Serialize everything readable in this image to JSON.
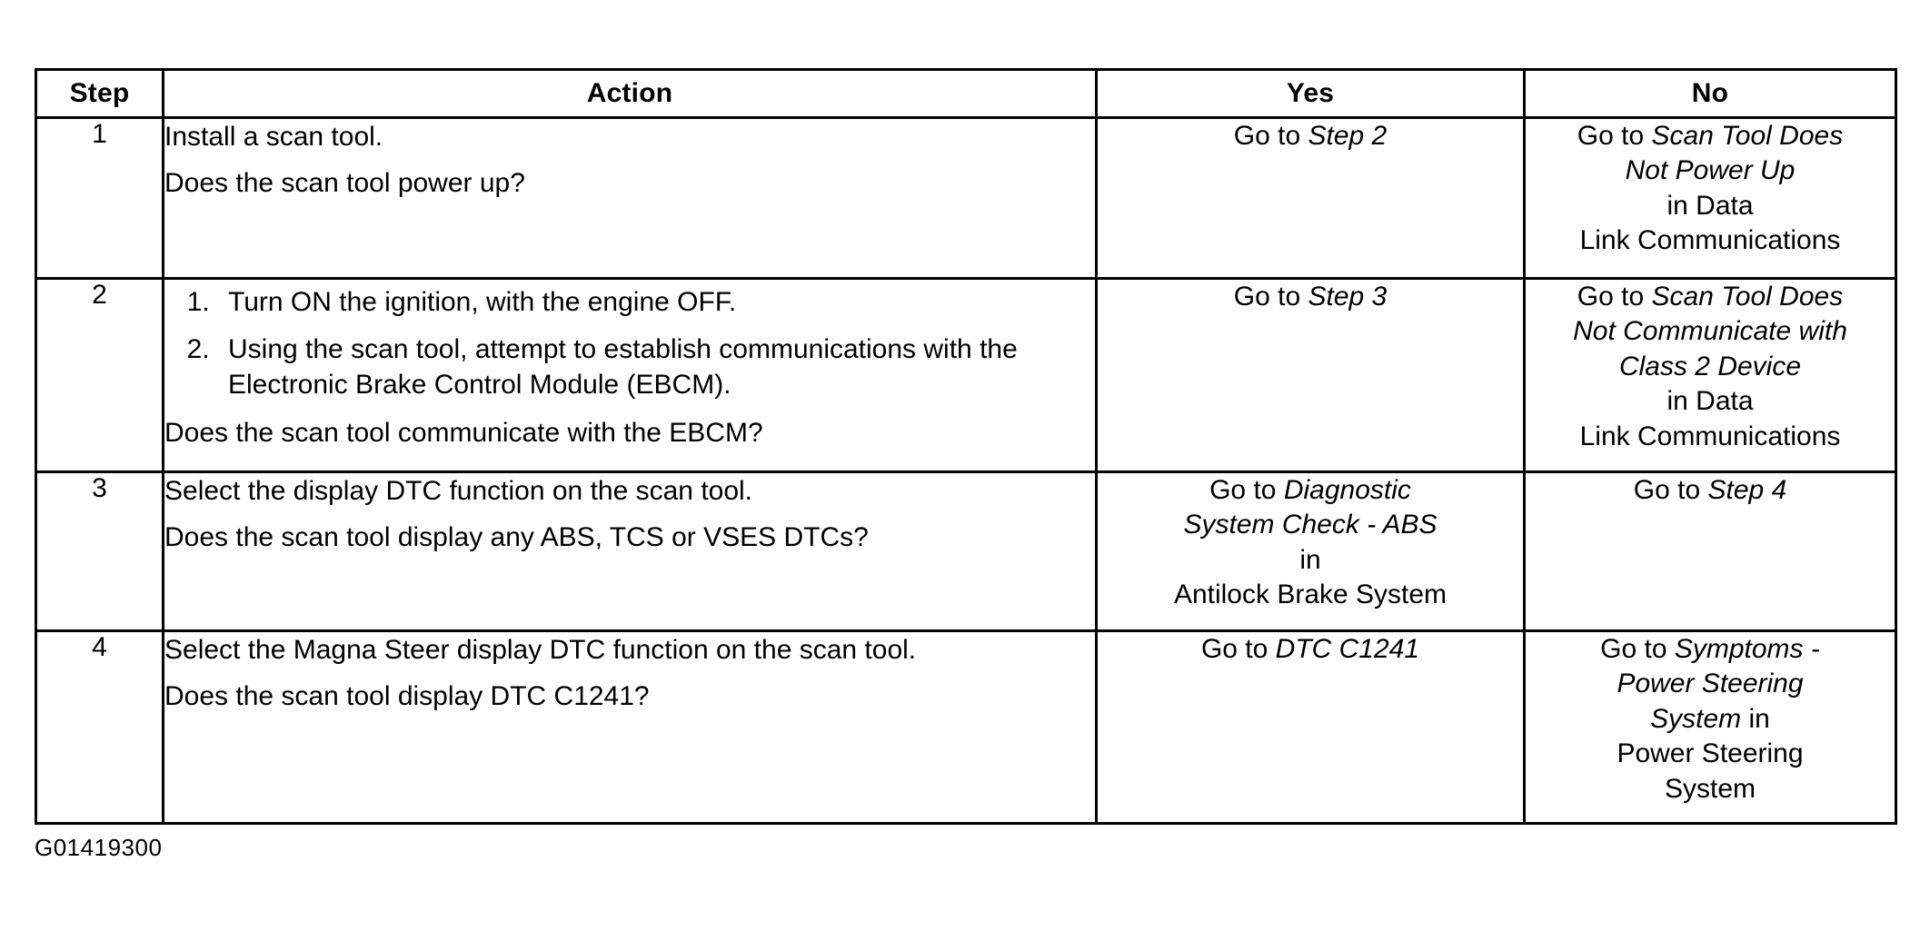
{
  "figure": {
    "id_label": "G01419300"
  },
  "table": {
    "headers": {
      "step": "Step",
      "action": "Action",
      "yes": "Yes",
      "no": "No"
    },
    "rows": [
      {
        "step": "1",
        "action": {
          "lines": [
            "Install a scan tool.",
            "Does the scan tool power up?"
          ]
        },
        "yes": {
          "lines": [
            {
              "plain": "Go to ",
              "italic": "Step 2"
            }
          ]
        },
        "no": {
          "lines": [
            {
              "plain": "Go to ",
              "italic": "Scan Tool Does"
            },
            {
              "plain": "",
              "italic": "Not Power Up"
            },
            {
              "plain": "in Data",
              "italic": ""
            },
            {
              "plain": "Link Communications",
              "italic": ""
            }
          ]
        }
      },
      {
        "step": "2",
        "action": {
          "list": [
            "Turn ON the ignition, with the engine OFF.",
            "Using the scan tool, attempt to establish communications with the Electronic Brake Control Module (EBCM)."
          ],
          "lines": [
            "Does the scan tool communicate with the EBCM?"
          ]
        },
        "yes": {
          "lines": [
            {
              "plain": "Go to ",
              "italic": "Step 3"
            }
          ]
        },
        "no": {
          "lines": [
            {
              "plain": "Go to ",
              "italic": "Scan Tool Does"
            },
            {
              "plain": "",
              "italic": "Not Communicate with"
            },
            {
              "plain": "",
              "italic": "Class 2 Device"
            },
            {
              "plain": "in Data",
              "italic": ""
            },
            {
              "plain": "Link Communications",
              "italic": ""
            }
          ]
        }
      },
      {
        "step": "3",
        "action": {
          "lines": [
            "Select the display DTC function on the scan tool.",
            "Does the scan tool display any ABS, TCS or VSES DTCs?"
          ]
        },
        "yes": {
          "lines": [
            {
              "plain": "Go to ",
              "italic": "Diagnostic"
            },
            {
              "plain": "",
              "italic": "System Check - ABS"
            },
            {
              "plain": "in",
              "italic": ""
            },
            {
              "plain": "Antilock Brake System",
              "italic": ""
            }
          ]
        },
        "no": {
          "lines": [
            {
              "plain": "Go to ",
              "italic": "Step 4"
            }
          ]
        }
      },
      {
        "step": "4",
        "action": {
          "lines": [
            "Select the Magna Steer display DTC function on the scan tool.",
            "Does the scan tool display DTC C1241?"
          ]
        },
        "yes": {
          "lines": [
            {
              "plain": "Go to ",
              "italic": "DTC C1241"
            }
          ]
        },
        "no": {
          "lines": [
            {
              "plain": "Go to ",
              "italic": "Symptoms -"
            },
            {
              "plain": "",
              "italic": "Power Steering"
            },
            {
              "plain": "",
              "italic": "System",
              "tail": " in"
            },
            {
              "plain": "Power Steering",
              "italic": ""
            },
            {
              "plain": "System",
              "italic": ""
            }
          ]
        }
      }
    ]
  }
}
